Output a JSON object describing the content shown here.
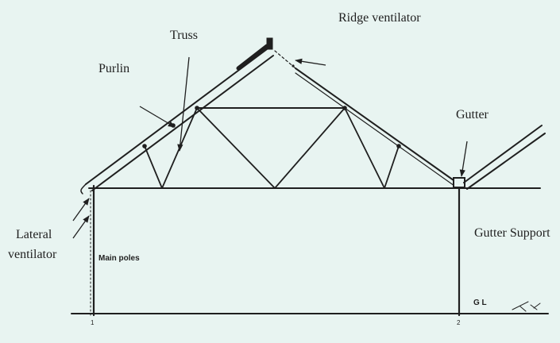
{
  "colors": {
    "background": "#e8f4f1",
    "ink": "#1f1f1f"
  },
  "labels": {
    "ridge_ventilator": "Ridge ventilator",
    "truss": "Truss",
    "purlin": "Purlin",
    "gutter": "Gutter",
    "lateral_ventilator": [
      "Lateral",
      "ventilator"
    ],
    "gutter_support": "Gutter Support",
    "main_poles": "Main poles",
    "gl": "G L"
  },
  "ground_marks": {
    "left": "1",
    "right": "2"
  }
}
